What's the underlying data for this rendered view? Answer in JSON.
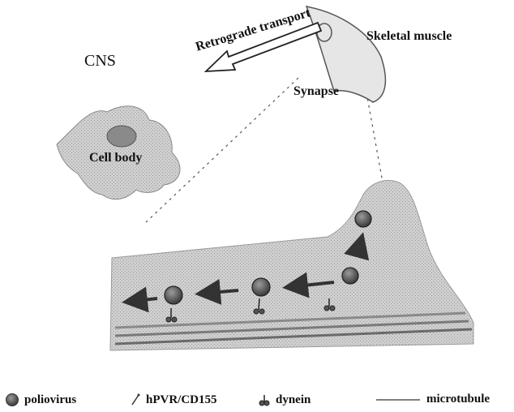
{
  "labels": {
    "cns": "CNS",
    "cell_body": "Cell body",
    "retrograde_transport": "Retrograde transport",
    "skeletal_muscle": "Skeletal muscle",
    "synapse": "Synapse"
  },
  "legend": {
    "poliovirus": "poliovirus",
    "receptor": "hPVR/CD155",
    "dynein": "dynein",
    "microtubule": "microtubule"
  }
}
